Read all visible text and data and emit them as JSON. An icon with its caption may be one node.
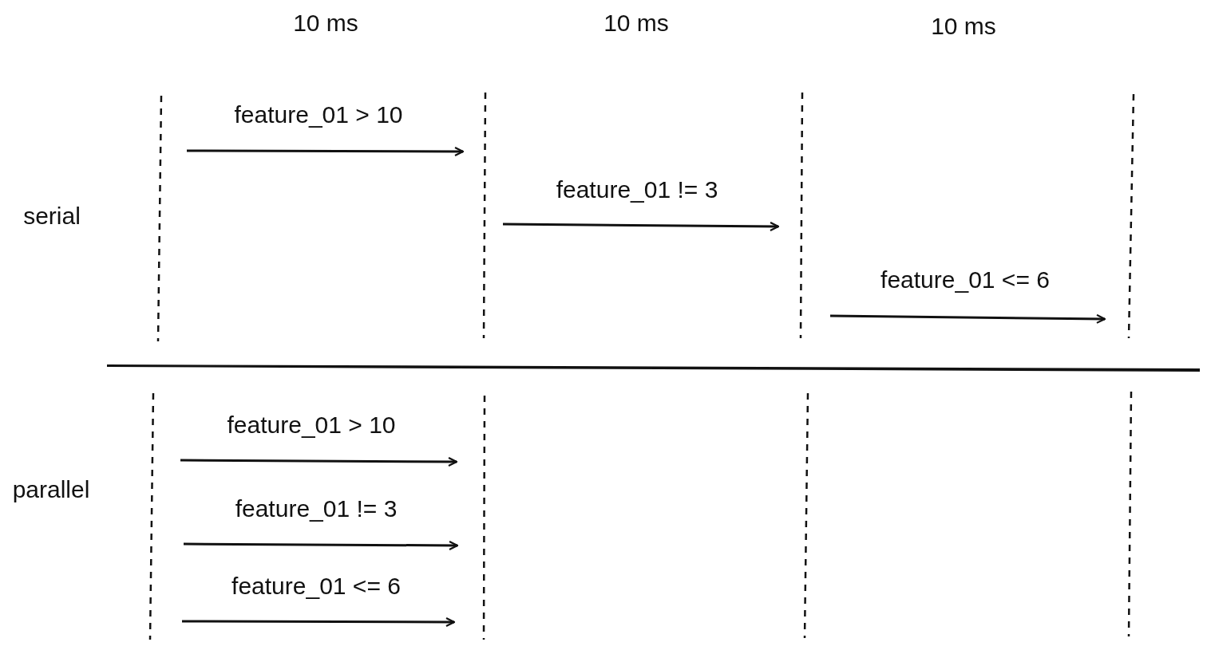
{
  "diagram": {
    "labels": [
      "10 ms",
      "10 ms",
      "10 ms",
      "feature_01 > 10",
      "feature_01 != 3",
      "serial",
      "feature_01 <= 6",
      "feature_01 > 10",
      "parallel",
      "feature_01 != 3",
      "feature_01 <= 6"
    ]
  }
}
